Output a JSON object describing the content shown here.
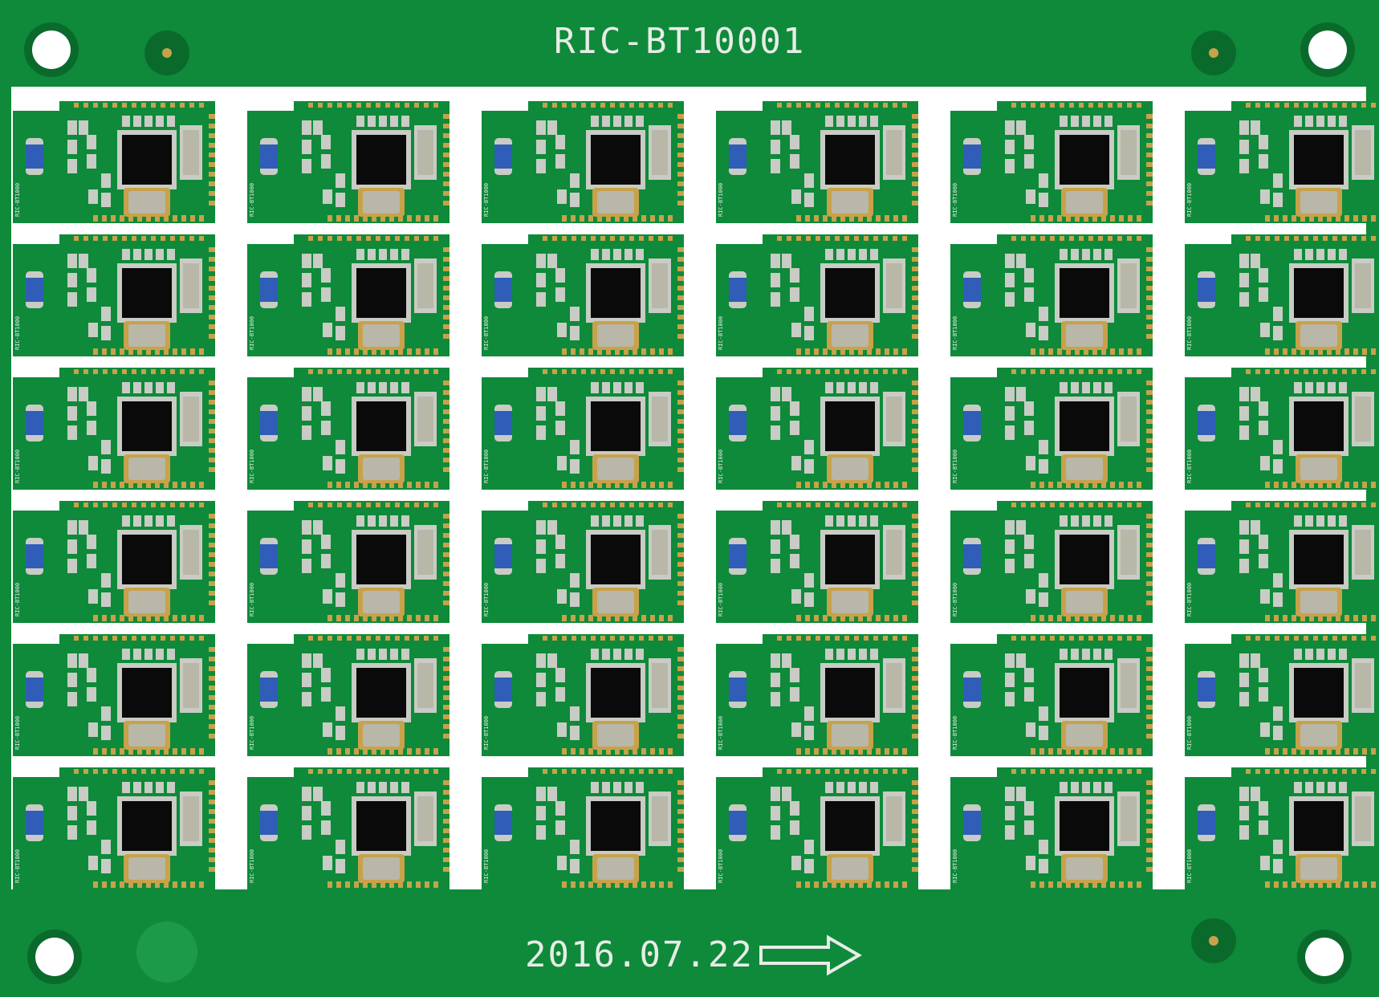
{
  "board": {
    "label": "RIC-BT10001",
    "date": "2016.07.22",
    "module_silk": "RIC-BT1000"
  },
  "grid": {
    "rows": 6,
    "cols": 6
  },
  "colors": {
    "background": "#ffffff",
    "pcb_green": "#0e8a3a",
    "pcb_dark": "#0a6a2c",
    "silkscreen": "#e8ece6",
    "gold_pad": "#c8a24a",
    "chip_black": "#0a0a0a",
    "crystal_metal": "#b9b7a8",
    "diode_blue": "#2f5db8",
    "solder_grey": "#c8ccc4",
    "fiducial": "#1c9a4a"
  },
  "icons": [
    "arrow-right-icon",
    "mounting-hole-icon",
    "fiducial-icon"
  ]
}
